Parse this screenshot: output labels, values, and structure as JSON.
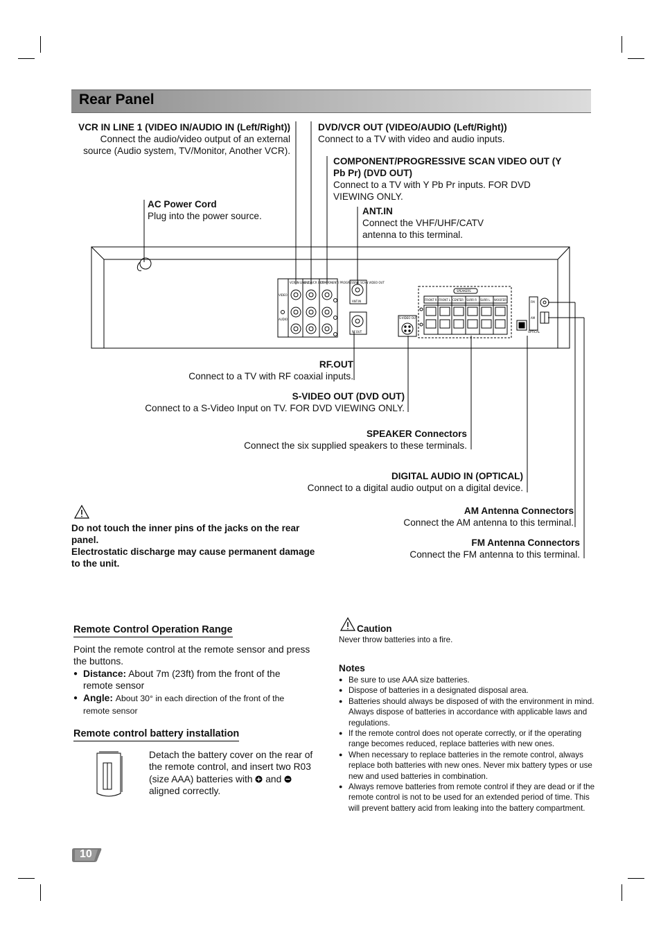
{
  "header": {
    "title": "Rear Panel"
  },
  "callouts": {
    "vcr_in": {
      "title": "VCR IN LINE 1 (VIDEO IN/AUDIO IN (Left/Right))",
      "text": "Connect the audio/video output of an external source (Audio system, TV/Monitor, Another VCR)."
    },
    "dvd_vcr_out": {
      "title": "DVD/VCR OUT (VIDEO/AUDIO (Left/Right))",
      "text": "Connect to a TV with video and audio inputs."
    },
    "component": {
      "title": "COMPONENT/PROGRESSIVE SCAN VIDEO OUT (Y Pb Pr) (DVD OUT)",
      "text": "Connect to a TV with Y Pb Pr inputs. FOR DVD VIEWING ONLY."
    },
    "ac_power": {
      "title": "AC Power Cord",
      "text": "Plug into the power source."
    },
    "ant_in": {
      "title": "ANT.IN",
      "text": "Connect the VHF/UHF/CATV antenna to this terminal."
    },
    "rf_out": {
      "title": "RF.OUT",
      "text": "Connect to a TV with RF coaxial inputs."
    },
    "svideo": {
      "title": "S-VIDEO OUT (DVD OUT)",
      "text": "Connect to a S-Video Input on TV. FOR DVD VIEWING ONLY."
    },
    "speaker": {
      "title": "SPEAKER Connectors",
      "text": "Connect the six supplied speakers to these terminals."
    },
    "digital": {
      "title": "DIGITAL AUDIO IN (OPTICAL)",
      "text": "Connect to a digital audio output on a digital device."
    },
    "am": {
      "title": "AM Antenna Connectors",
      "text": "Connect the AM antenna to this terminal."
    },
    "fm": {
      "title": "FM Antenna Connectors",
      "text": "Connect the FM antenna to this terminal."
    }
  },
  "panel_labels": {
    "vcr_in": "VCR IN LINE 1",
    "dvd_vcr": "DVD/VCR OUT",
    "component": "COMPONENT/ PROGRESSIVE SCAN VIDEO OUT",
    "video": "VIDEO",
    "audio": "AUDIO",
    "ant_in": "ANT.IN",
    "rf_out": "RF.OUT",
    "svideo": "S-VIDEO OUT",
    "speakers": "SPEAKERS",
    "optical": "OPTICAL",
    "fm": "FM",
    "am": "AM",
    "speaker_terms": [
      "FRONT R",
      "FRONT L",
      "CENTER",
      "SURR R",
      "SURR L",
      "WOOFER"
    ]
  },
  "warning": {
    "line1": "Do not touch the inner pins of the jacks on the rear panel.",
    "line2": "Electrostatic discharge may cause permanent damage to the unit."
  },
  "remote_range": {
    "title": "Remote Control Operation Range",
    "intro": "Point the remote control at the remote sensor and press the buttons.",
    "distance_label": "Distance:",
    "distance_text": "About 7m (23ft) from the front of the remote sensor",
    "angle_label": "Angle:",
    "angle_text": "About 30° in each direction of the front of the remote sensor"
  },
  "battery": {
    "title": "Remote control battery installation",
    "text_before": "Detach the battery cover on the rear of the remote control, and insert two R03 (size AAA) batteries with",
    "and_word": "and",
    "text_after": "aligned correctly."
  },
  "caution": {
    "title": "Caution",
    "text": "Never throw batteries into a fire."
  },
  "notes": {
    "title": "Notes",
    "items": [
      "Be sure to use AAA size batteries.",
      "Dispose of batteries in a designated disposal area.",
      "Batteries should always be disposed of with the environment in mind. Always dispose of batteries in accordance with applicable laws and regulations.",
      "If the remote control does not operate correctly, or if the operating range becomes reduced, replace batteries with new ones.",
      "When necessary to replace batteries in the remote control, always replace both batteries with new ones. Never mix battery types or use new and used batteries in combination.",
      "Always remove batteries from remote control if they are dead or if the remote control is not to be used for an extended period of time. This will prevent battery acid from leaking into the battery compartment."
    ]
  },
  "page_number": "10"
}
